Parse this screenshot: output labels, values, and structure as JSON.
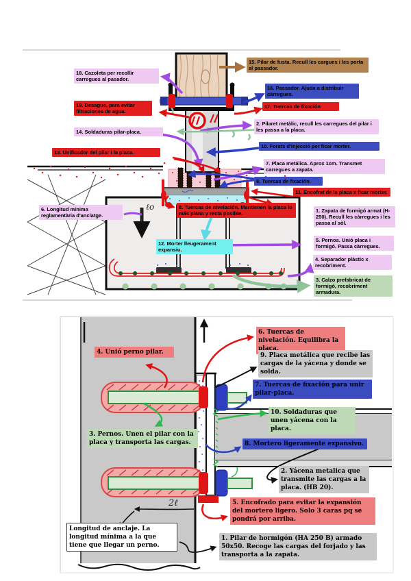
{
  "colors": {
    "lavender": "#eec9f2",
    "red": "#e11d1d",
    "blue": "#3a4cc0",
    "brown": "#b1824e",
    "cyan": "#72f1ef",
    "green": "#bdd9b5",
    "salmon": "#ee7d7d",
    "grey": "#c8c8c8",
    "white": "#ffffff"
  },
  "top_figure": {
    "annotations": {
      "anchor_symbol": "ℓo"
    },
    "labels": [
      {
        "num": "18",
        "text": "18. Cazoleta per recollir carregues al pasador."
      },
      {
        "num": "19",
        "text": "19. Desague, para evitar filtraciones de agua."
      },
      {
        "num": "14",
        "text": "14. Soldaduras pilar-placa."
      },
      {
        "num": "13",
        "text": "13. Unificador del pilar i la placa."
      },
      {
        "num": "6",
        "text": "6. Longitud mínima reglamentària d'anclatge."
      },
      {
        "num": "8",
        "text": "8. Tuercas de nivelación. Mantienen la placa lo más plana y recta posible."
      },
      {
        "num": "12",
        "text": "12. Morter lleugerament expansiu."
      },
      {
        "num": "15",
        "text": "15. Pilar de fusta. Recull les cargues i les porta al passador."
      },
      {
        "num": "16",
        "text": "16. Passador. Ajuda a distribuir càrregues."
      },
      {
        "num": "17",
        "text": "17. Tuercas de fixación"
      },
      {
        "num": "2",
        "text": "2. Pilaret metàlic, recull les carregues del pilar i les passa a la placa."
      },
      {
        "num": "10",
        "text": "10. Forats d'injecció per ficar morter."
      },
      {
        "num": "7",
        "text": "7. Placa metálica. Aprox 1cm. Transmet carregues a zapata."
      },
      {
        "num": "9",
        "text": "9. Tuercas de fixación."
      },
      {
        "num": "11",
        "text": "11. Encofrat de la placa x ficar morter."
      },
      {
        "num": "1",
        "text": "1. Zapata de formigó armat (H-250). Recull les càrregues i les passa al sòl."
      },
      {
        "num": "5",
        "text": "5. Pernos. Unió placa i formigó. Passa càrregues."
      },
      {
        "num": "4",
        "text": "4. Separador plàstic x recobriment."
      },
      {
        "num": "3",
        "text": "3. Calzo prefabricat de formigó, recobriment armadura."
      }
    ]
  },
  "bottom_figure": {
    "annotations": {
      "dimension": "2ℓ"
    },
    "labels": [
      {
        "num": "4",
        "text": "4. Unió perno pilar."
      },
      {
        "num": "3",
        "text": "3. Pernos. Unen el pilar con la placa y transporta las cargas."
      },
      {
        "num": "6",
        "text": "6. Tuercas de nivelación. Equilibra la placa."
      },
      {
        "num": "9",
        "text": "9. Placa metálica que recibe las cargas de la yácena y donde se solda."
      },
      {
        "num": "7",
        "text": "7. Tuercas de fixación para unir pilar-placa."
      },
      {
        "num": "10",
        "text": "10. Soldaduras que unen yácena con la placa."
      },
      {
        "num": "8",
        "text": "8. Mortero ligeramente expansivo."
      },
      {
        "num": "2",
        "text": "2. Yácena metalica que transmite las cargas a la placa. (HB 20)."
      },
      {
        "num": "5",
        "text": "5. Encofrado para evitar la expansión del mortero ligero. Solo 3 caras pq se pondrá por arriba."
      },
      {
        "num": "1",
        "text": "1. Pilar de hormigón (HA 250 B) armado 50x50. Recoge las cargas del forjado y las transporta a la zapata."
      },
      {
        "num": "",
        "text": "Longitud de anclaje. La longitud mínima a la que tiene que llegar un perno."
      }
    ]
  }
}
